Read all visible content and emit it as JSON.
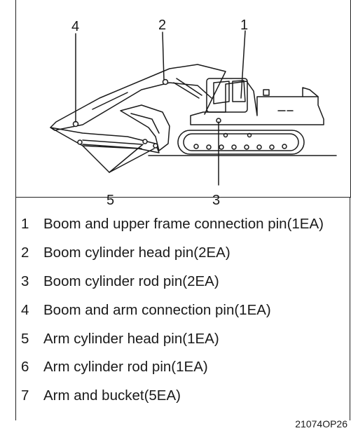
{
  "callouts": [
    "1",
    "2",
    "3",
    "4",
    "5"
  ],
  "legend": [
    {
      "num": "1",
      "text": "Boom and upper frame connection pin(1EA)"
    },
    {
      "num": "2",
      "text": "Boom cylinder head pin(2EA)"
    },
    {
      "num": "3",
      "text": "Boom cylinder rod pin(2EA)"
    },
    {
      "num": "4",
      "text": "Boom and arm connection pin(1EA)"
    },
    {
      "num": "5",
      "text": "Arm cylinder head pin(1EA)"
    },
    {
      "num": "6",
      "text": "Arm cylinder rod pin(1EA)"
    },
    {
      "num": "7",
      "text": "Arm and bucket(5EA)"
    }
  ],
  "figure_code": "21074OP26",
  "icons": [
    "excavator-illustration"
  ]
}
